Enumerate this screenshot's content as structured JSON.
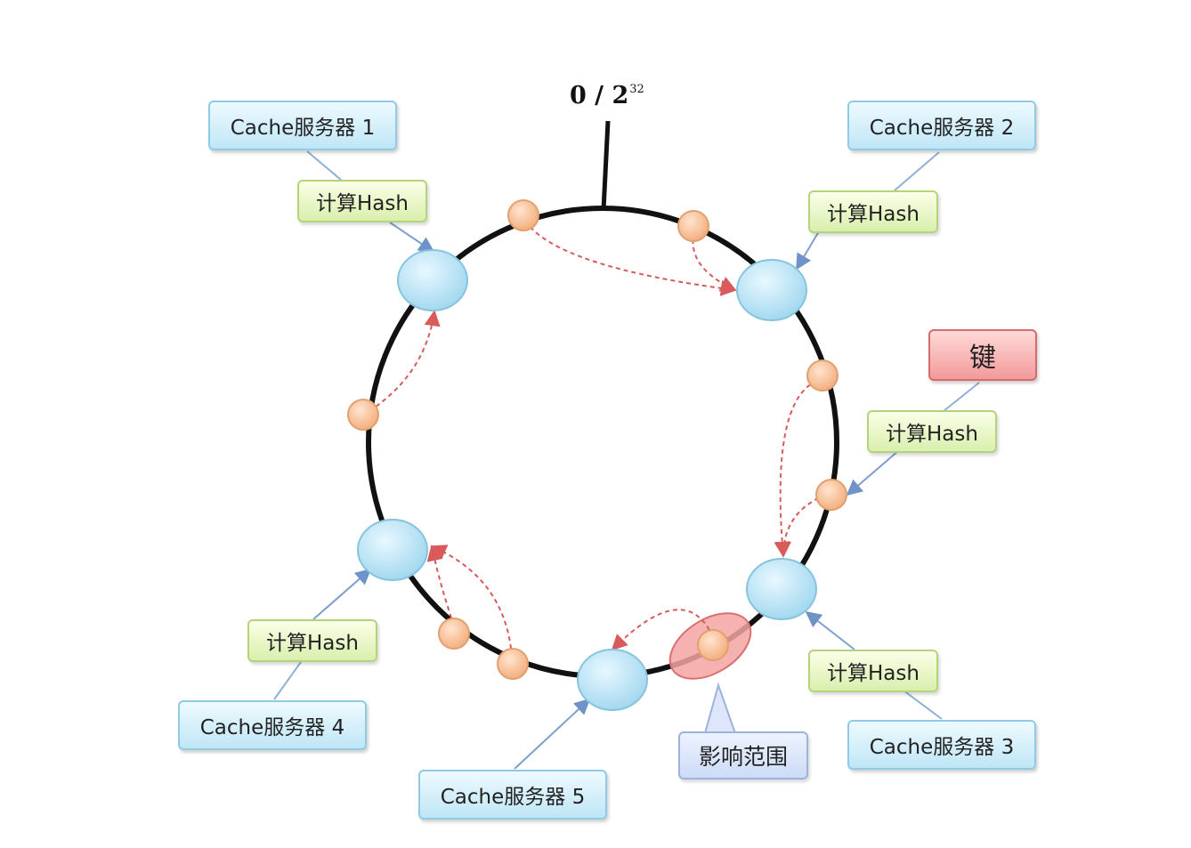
{
  "top_label": {
    "base": "0 / 2",
    "exponent": "32"
  },
  "servers": [
    {
      "label": "Cache服务器 1"
    },
    {
      "label": "Cache服务器 2"
    },
    {
      "label": "Cache服务器 3"
    },
    {
      "label": "Cache服务器 4"
    },
    {
      "label": "Cache服务器 5"
    }
  ],
  "hash_label": "计算Hash",
  "key_label": "键",
  "impact_label": "影响范围",
  "colors": {
    "ring": "#111111",
    "server_node": "#b9e4f6",
    "object_node": "#f7c49c",
    "dashed_arrow": "#d85a5a",
    "solid_arrow": "#7d9fcf",
    "impact_highlight": "#f28a8a"
  }
}
